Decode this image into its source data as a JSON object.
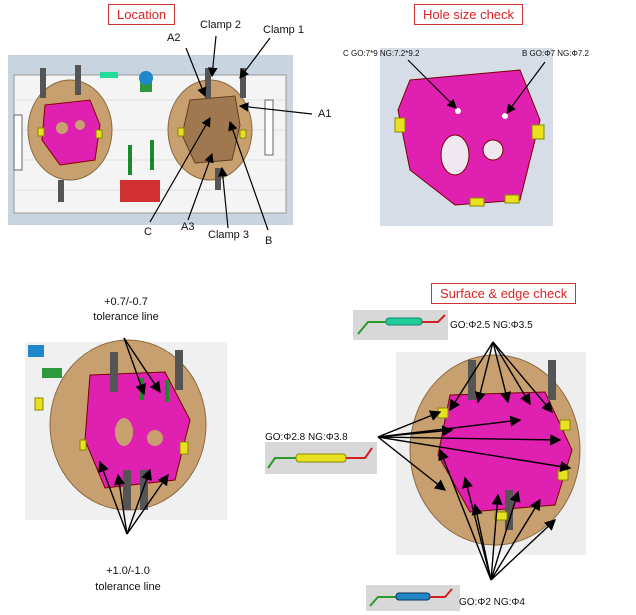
{
  "sections": {
    "location": "Location",
    "hole_size": "Hole size check",
    "surface_edge": "Surface & edge check"
  },
  "location_labels": {
    "clamp2": "Clamp 2",
    "clamp1": "Clamp 1",
    "a2": "A2",
    "a1": "A1",
    "c": "C",
    "a3": "A3",
    "clamp3": "Clamp 3",
    "b": "B"
  },
  "hole_labels": {
    "c_hole": "C GO:7*9  NG:7.2*9.2",
    "b_hole": "B GO:Φ7  NG:Φ7.2"
  },
  "tolerance": {
    "top_line1": "+0.7/-0.7",
    "top_line2": "tolerance line",
    "bottom_line1": "+1.0/-1.0",
    "bottom_line2": "tolerance line"
  },
  "gauges": {
    "g1": "GO:Φ2.5 NG:Φ3.5",
    "g2": "GO:Φ2.8 NG:Φ3.8",
    "g3": "GO:Φ2 NG:Φ4"
  },
  "colors": {
    "part": "#e020b0",
    "fixture": "#c8a070",
    "accent": "#e8e020"
  }
}
